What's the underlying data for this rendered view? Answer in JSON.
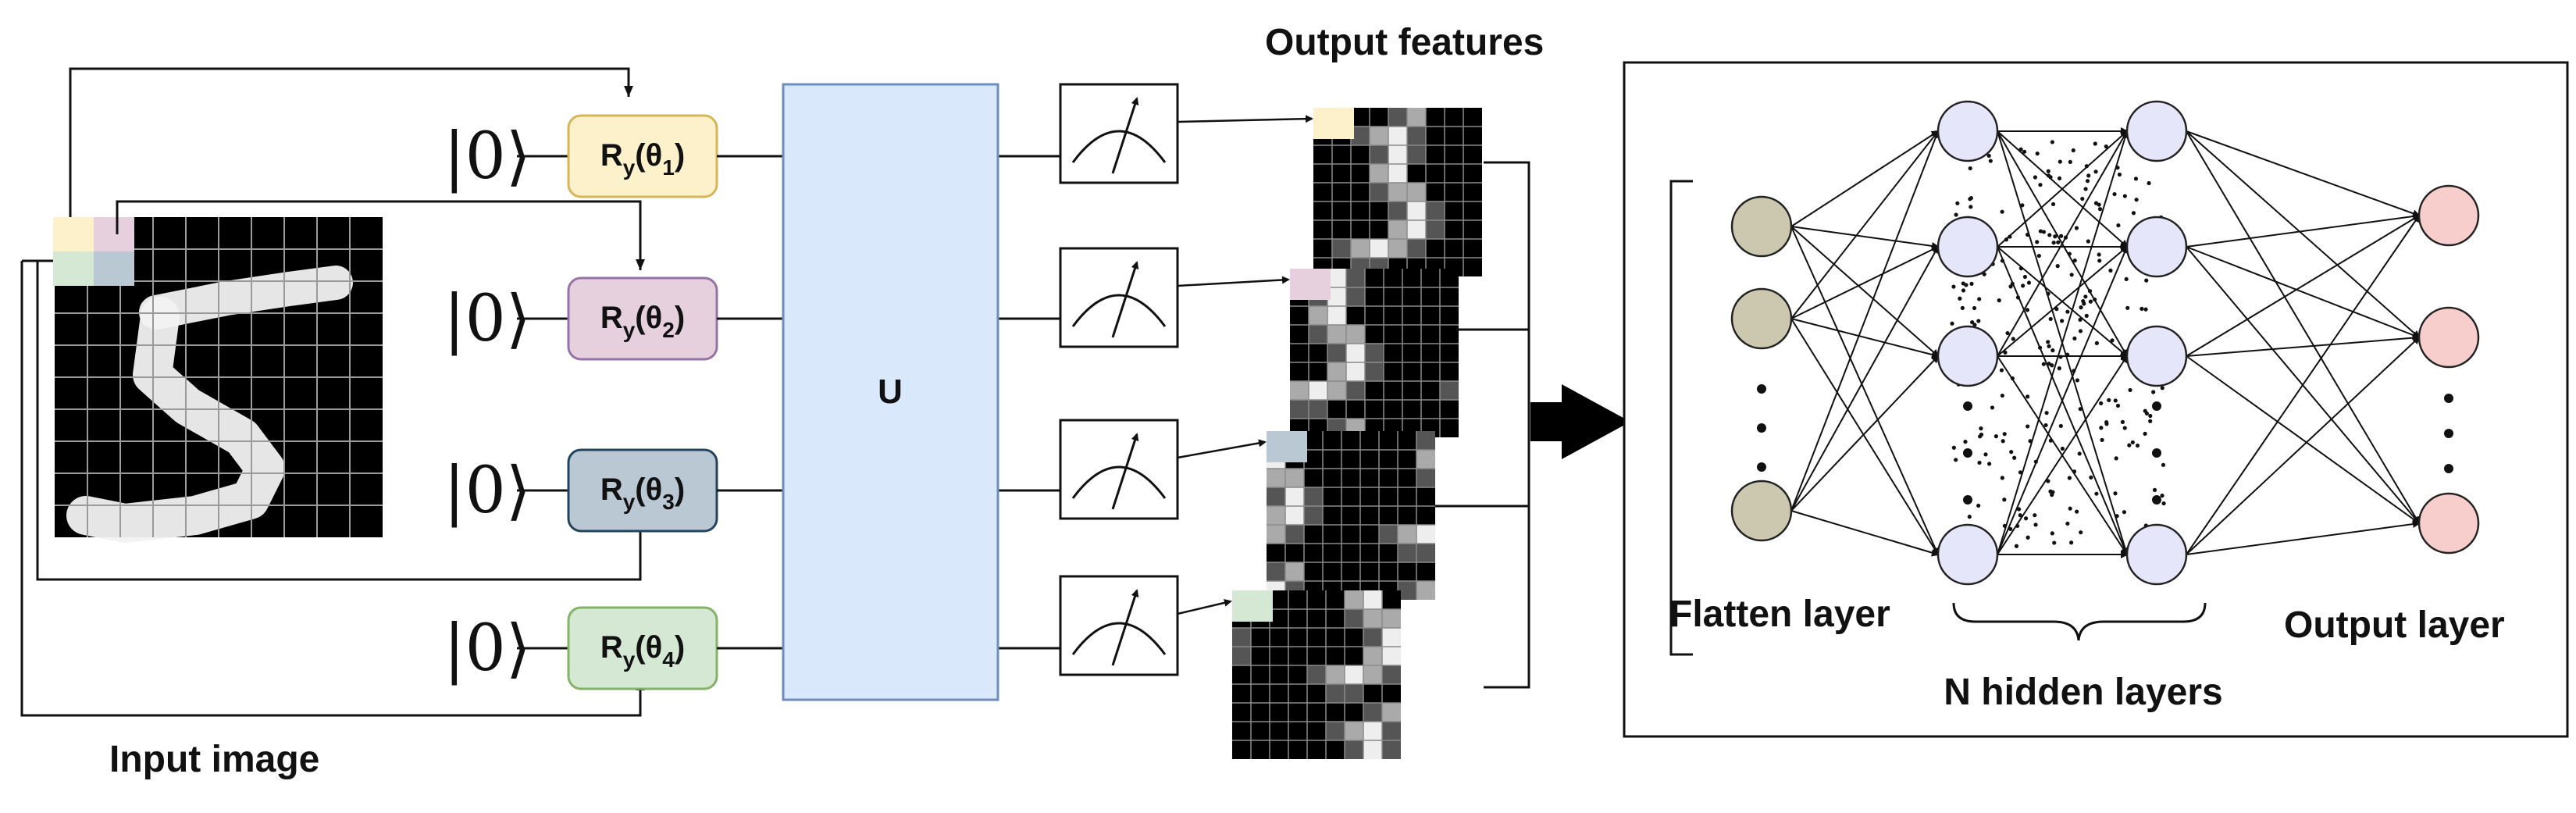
{
  "labels": {
    "input_image": "Input image",
    "output_features": "Output features",
    "unitary": "U",
    "flatten_layer": "Flatten layer",
    "hidden_layers": "N hidden layers",
    "output_layer": "Output layer"
  },
  "qubits": [
    {
      "ket": "|0⟩",
      "gate": "R",
      "sub": "y",
      "theta": "(θ",
      "idx": "1",
      "close": ")",
      "color": "#fdf1cc",
      "stroke": "#d6b656"
    },
    {
      "ket": "|0⟩",
      "gate": "R",
      "sub": "y",
      "theta": "(θ",
      "idx": "2",
      "close": ")",
      "color": "#e6d0de",
      "stroke": "#9673a6"
    },
    {
      "ket": "|0⟩",
      "gate": "R",
      "sub": "y",
      "theta": "(θ",
      "idx": "3",
      "close": ")",
      "color": "#bac8d3",
      "stroke": "#23445d"
    },
    {
      "ket": "|0⟩",
      "gate": "R",
      "sub": "y",
      "theta": "(θ",
      "idx": "4",
      "close": ")",
      "color": "#d5e8d4",
      "stroke": "#82b366"
    }
  ],
  "colors": {
    "unitary_fill": "#dae8fc",
    "unitary_stroke": "#6c8ebf",
    "flatten_node": "#ccc8b0",
    "hidden_node": "#e6e6fa",
    "output_node": "#f8cecc"
  },
  "network": {
    "flatten_nodes": 3,
    "hidden_nodes_per_layer": 4,
    "hidden_layers_shown": 2,
    "output_nodes": 3,
    "ellipsis": "⋮"
  }
}
